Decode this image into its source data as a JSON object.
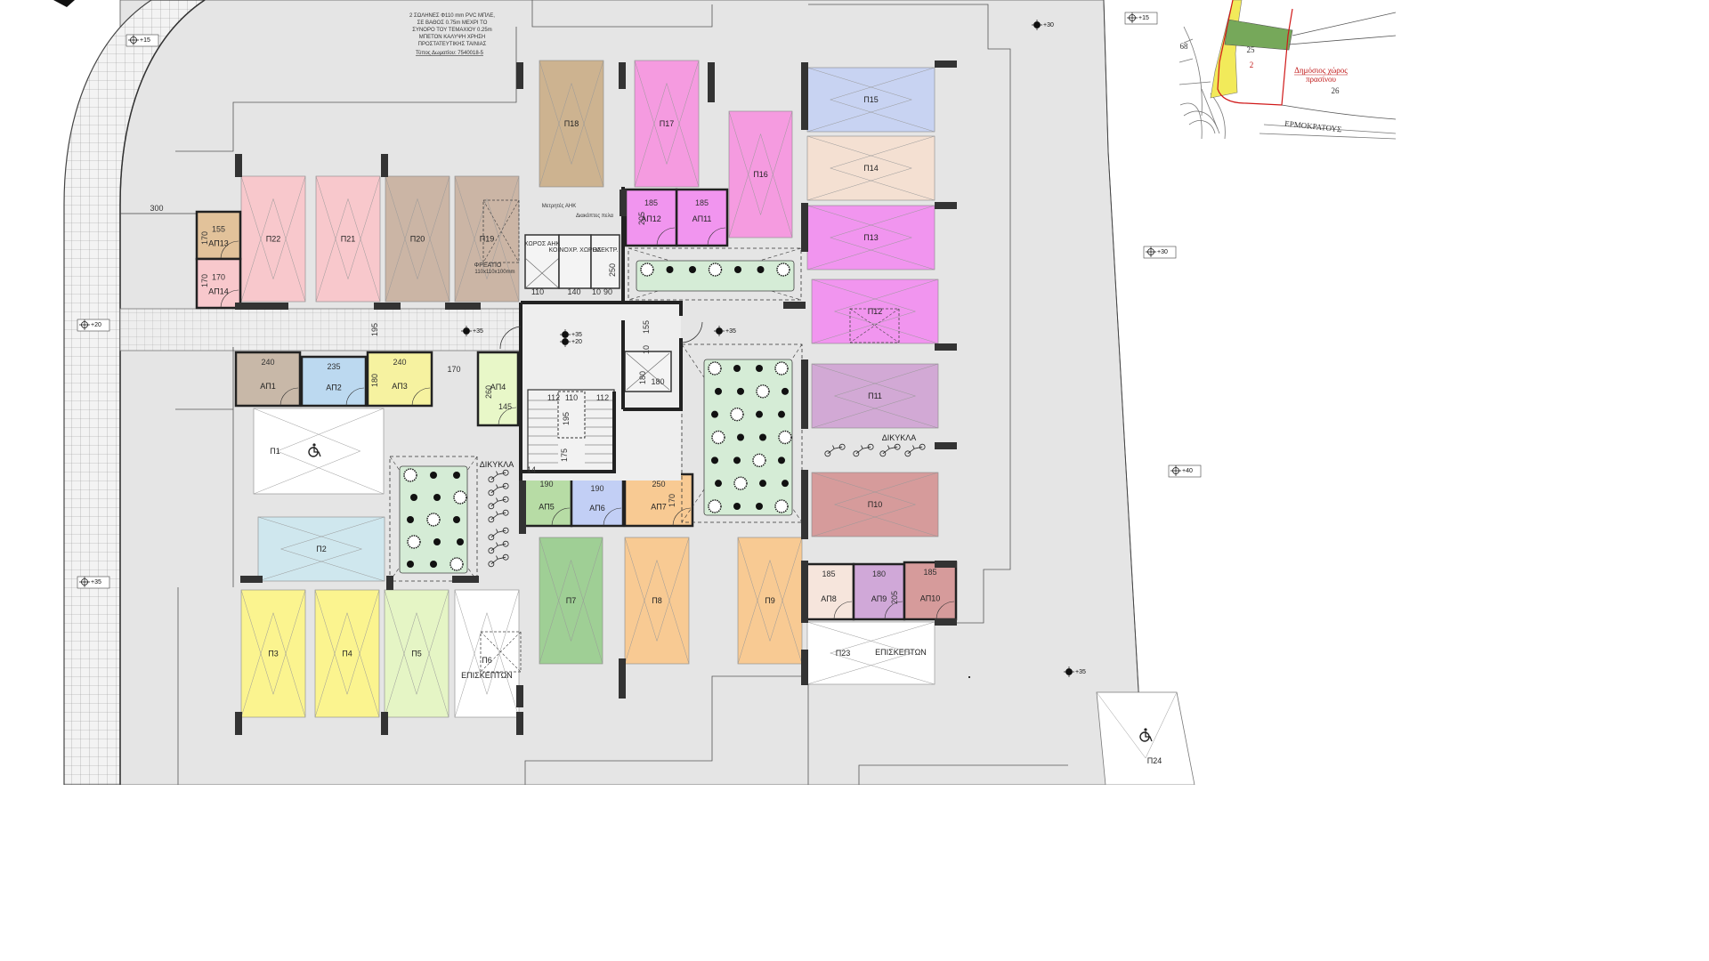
{
  "colors": {
    "ground": "#e5e5e5",
    "wall": "#333333",
    "garden": "#d5ecd6"
  },
  "top_note": {
    "lines": [
      "2 ΣΩΛΗΝΕΣ Φ110 mm  PVC ΜΠΛΕ,",
      "ΣΕ ΒΑΘΟΣ 0.75m ΜΕΧΡΙ ΤΟ",
      "ΣΥΝΟΡΟ ΤΟΥ ΤΕΜΑΧΙΟΥ 0.25m",
      "ΜΠΕΤΟΝ ΚΑΛΥΨΗ ΧΡΗΣΗ",
      "ΠΡΟΣΤΑΤΕΥΤΙΚΗΣ ΤΑΙΝΙΑΣ"
    ],
    "type_line": "Τύπος Δωματίου: 7540018-5"
  },
  "parking": [
    {
      "id": "p22",
      "label": "Π22",
      "color": "#f8c8cc"
    },
    {
      "id": "p21",
      "label": "Π21",
      "color": "#f8c8cc"
    },
    {
      "id": "p20",
      "label": "Π20",
      "color": "#cbb5a5"
    },
    {
      "id": "p19",
      "label": "Π19",
      "color": "#cbb5a5"
    },
    {
      "id": "p18",
      "label": "Π18",
      "color": "#cdb390"
    },
    {
      "id": "p17",
      "label": "Π17",
      "color": "#f59be0"
    },
    {
      "id": "p16",
      "label": "Π16",
      "color": "#f59be0"
    },
    {
      "id": "p15",
      "label": "Π15",
      "color": "#c8d3f2"
    },
    {
      "id": "p14",
      "label": "Π14",
      "color": "#f4e0d2"
    },
    {
      "id": "p13",
      "label": "Π13",
      "color": "#f195ef"
    },
    {
      "id": "p12",
      "label": "Π12",
      "color": "#f195ef"
    },
    {
      "id": "p11",
      "label": "Π11",
      "color": "#d2a9d5"
    },
    {
      "id": "p10",
      "label": "Π10",
      "color": "#d69b9b"
    },
    {
      "id": "p1",
      "label": "Π1",
      "color": "#ffffff"
    },
    {
      "id": "p2",
      "label": "Π2",
      "color": "#cfe7ee"
    },
    {
      "id": "p3",
      "label": "Π3",
      "color": "#fbf48f"
    },
    {
      "id": "p4",
      "label": "Π4",
      "color": "#fbf48f"
    },
    {
      "id": "p5",
      "label": "Π5",
      "color": "#e5f5c5"
    },
    {
      "id": "p6",
      "label": "Π6",
      "color": "#ffffff"
    },
    {
      "id": "p7",
      "label": "Π7",
      "color": "#9fcf95"
    },
    {
      "id": "p8",
      "label": "Π8",
      "color": "#f8ca93"
    },
    {
      "id": "p9",
      "label": "Π9",
      "color": "#f8ca93"
    },
    {
      "id": "p23",
      "label": "Π23",
      "color": "#ffffff"
    },
    {
      "id": "p24",
      "label": "Π24",
      "color": "#ffffff"
    }
  ],
  "visitor_label": "ΕΠΙΣΚΕΠΤΩΝ",
  "storage": [
    {
      "id": "ap1",
      "label": "ΑΠ1",
      "color": "#c8b8a8",
      "dim": "240"
    },
    {
      "id": "ap2",
      "label": "ΑΠ2",
      "color": "#bcd9f0",
      "dim": "235"
    },
    {
      "id": "ap3",
      "label": "ΑΠ3",
      "color": "#f6f2a0",
      "dim": "240"
    },
    {
      "id": "ap4",
      "label": "ΑΠ4",
      "color": "#e8f7c8",
      "dim": "145"
    },
    {
      "id": "ap5",
      "label": "ΑΠ5",
      "color": "#b7dca5",
      "dim": "190"
    },
    {
      "id": "ap6",
      "label": "ΑΠ6",
      "color": "#c2cff5",
      "dim": "190"
    },
    {
      "id": "ap7",
      "label": "ΑΠ7",
      "color": "#f8ca93",
      "dim": "250"
    },
    {
      "id": "ap8",
      "label": "ΑΠ8",
      "color": "#f6e5dc",
      "dim": "185"
    },
    {
      "id": "ap9",
      "label": "ΑΠ9",
      "color": "#d0a8d8",
      "dim": "180"
    },
    {
      "id": "ap10",
      "label": "ΑΠ10",
      "color": "#d69b9b",
      "dim": "185"
    },
    {
      "id": "ap11",
      "label": "ΑΠ11",
      "color": "#f195ef",
      "dim": "185"
    },
    {
      "id": "ap12",
      "label": "ΑΠ12",
      "color": "#f195ef",
      "dim": "185"
    },
    {
      "id": "ap13",
      "label": "ΑΠ13",
      "color": "#e2c29a",
      "dim": "155"
    },
    {
      "id": "ap14",
      "label": "ΑΠ14",
      "color": "#f8c8cc",
      "dim": "170"
    }
  ],
  "rooms": {
    "xoros_ahk": "ΧΩΡΟΣ ΑΗΚ",
    "koinox_xoros": "ΚΟΙΝΟΧΡ. ΧΩΡΟΣ",
    "ilektr": "ΗΛΕΚΤΡ.",
    "metrites": "Μετρητές  ΑΗΚ",
    "diakoptes": "Διακόπτες πελα",
    "freatio": "ΦΡΕΑΤΙΟ",
    "freatio_dim": "110x110x100mm"
  },
  "bikes_label": "ΔΙΚΥΚΛΑ",
  "dimensions": [
    "300",
    "170",
    "170",
    "195",
    "260",
    "180",
    "170",
    "110",
    "140",
    "10",
    "90",
    "250",
    "205",
    "155",
    "10",
    "180",
    "180",
    "112",
    "110",
    "112",
    "195",
    "175",
    "14",
    "170",
    "205"
  ],
  "levels": [
    "+15",
    "+30",
    "+15",
    "+30",
    "+20",
    "+35",
    "+35",
    "+20",
    "+35",
    "+35",
    "+40",
    "+35"
  ],
  "map": {
    "parcel_25": "25",
    "parcel_26": "26",
    "parcel_2": "2",
    "parcel_68": "68",
    "green_note_line1": "Δημόσιος χώρος",
    "green_note_line2": "πρασίνου",
    "street": "ΕΡΜΟΚΡΑΤΟΥΣ"
  }
}
